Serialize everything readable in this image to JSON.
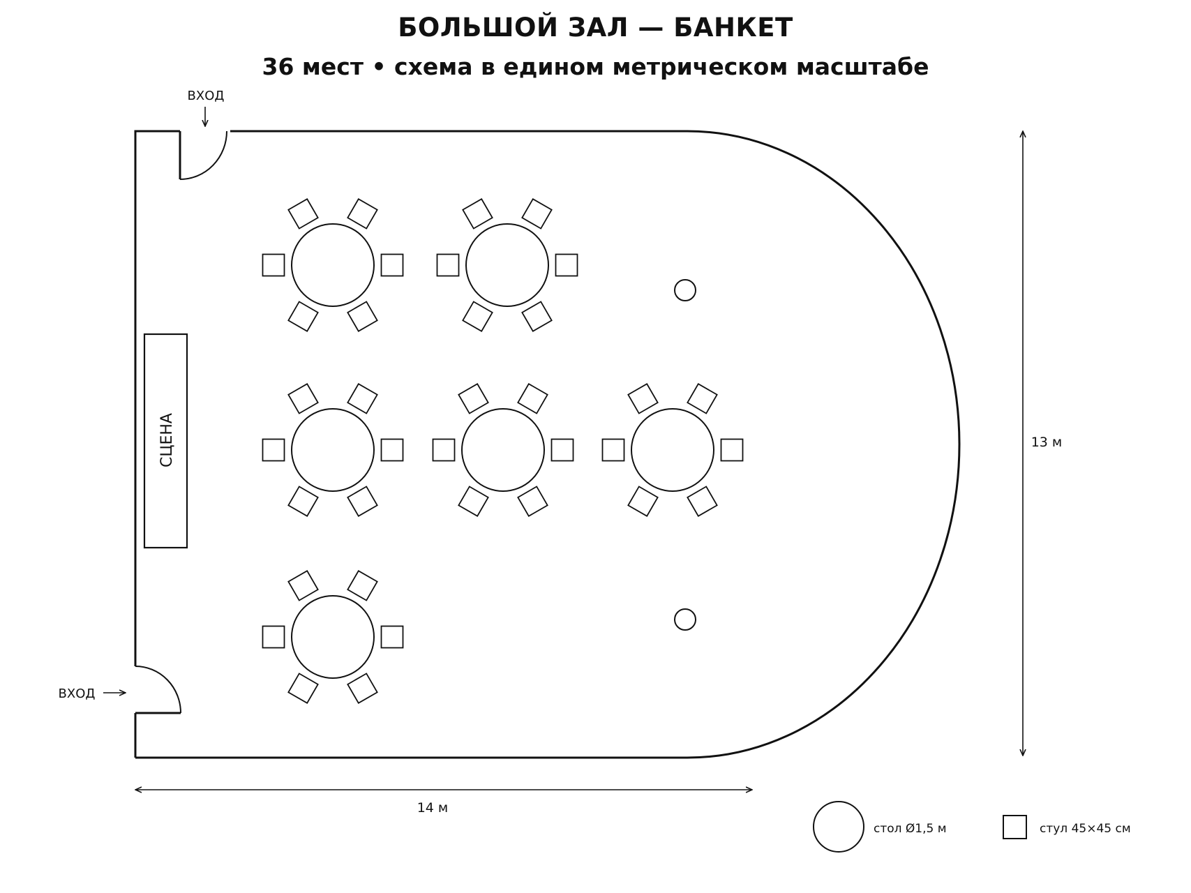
{
  "header": {
    "title": "БОЛЬШОЙ ЗАЛ — БАНКЕТ",
    "subtitle": "36 мест • схема в едином метрическом масштабе"
  },
  "labels": {
    "entrance_top": "ВХОД",
    "entrance_left": "ВХОД",
    "stage": "СЦЕНА",
    "width_dim": "14 м",
    "height_dim": "13 м"
  },
  "legend": {
    "table_label": "стол Ø1,5 м",
    "chair_label": "стул 45×45 см"
  },
  "hall": {
    "seats_total": 36,
    "width_m": 14,
    "depth_m": 13,
    "table_count": 6,
    "chairs_per_table": 6,
    "table_diameter_m": 1.5,
    "chair_size_cm": 45,
    "column_count": 2
  },
  "colors": {
    "line": "#111111",
    "background": "#ffffff"
  }
}
